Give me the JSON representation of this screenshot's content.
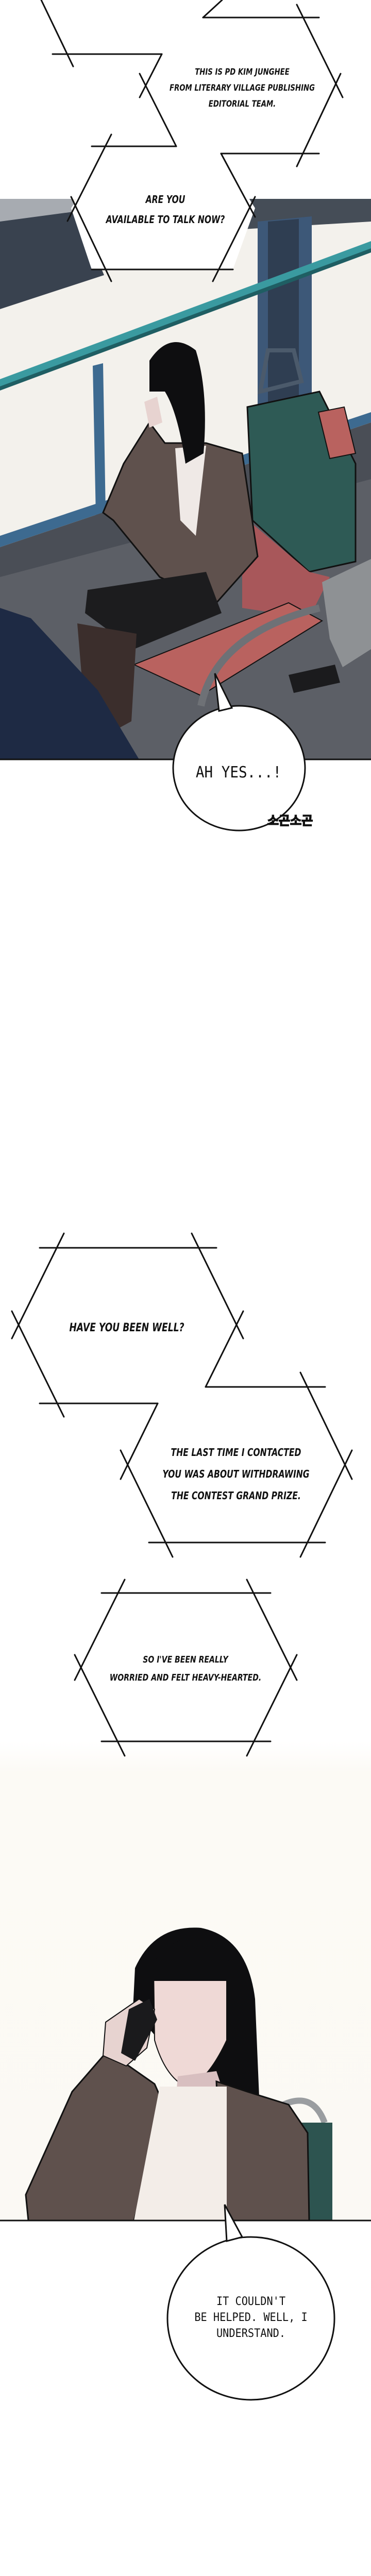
{
  "colors": {
    "ink": "#111111",
    "paper": "#ffffff",
    "cream": "#fbf9f4",
    "rail_teal": "#3a9aa0",
    "jacket_brown": "#5f514d",
    "hair_black": "#0e0e10",
    "seat_red": "#b9625f",
    "seat_green": "#2e5a55",
    "bus_wall": "#4a4e56",
    "window_light": "#f3f1ec"
  },
  "captions": [
    {
      "lines": [
        "This is PD Kim Junghee",
        "from Literary Village Publishing",
        "editorial team."
      ]
    },
    {
      "lines": [
        "Are you",
        "available to talk now?"
      ]
    },
    {
      "lines": [
        "Have you been well?"
      ]
    },
    {
      "lines": [
        "The last time I contacted",
        "you was about withdrawing",
        "the contest grand prize."
      ]
    },
    {
      "lines": [
        "So I've been really",
        "worried and felt heavy-hearted."
      ]
    }
  ],
  "speech": [
    {
      "lines": [
        "AH YES...!"
      ]
    },
    {
      "lines": [
        "IT COULDN'T",
        "BE HELPED. WELL, I",
        "UNDERSTAND."
      ]
    }
  ],
  "sfx": {
    "whisper": "소곤소곤"
  },
  "panels": [
    {
      "scene": "bus-interior-woman-on-phone"
    },
    {
      "scene": "woman-closeup-on-phone"
    }
  ]
}
